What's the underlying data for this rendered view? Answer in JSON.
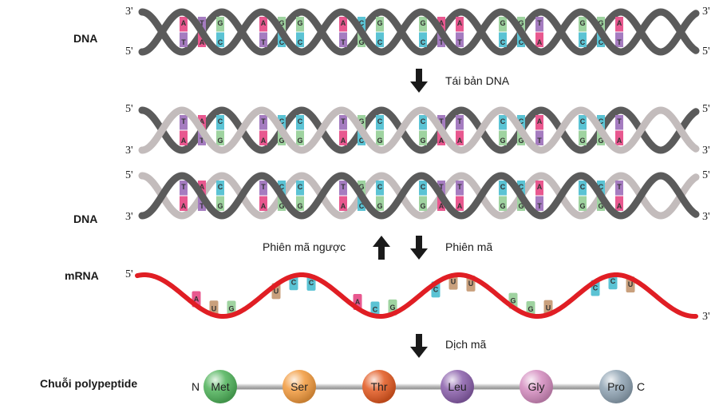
{
  "labels": {
    "dna_top": "DNA",
    "dna_bottom": "DNA",
    "mrna": "mRNA",
    "polypeptide": "Chuỗi polypeptide",
    "replication": "Tái bản DNA",
    "reverse_transcription": "Phiên mã ngược",
    "transcription": "Phiên mã",
    "translation": "Dịch mã",
    "five_prime": "5'",
    "three_prime": "3'",
    "n_terminus": "N",
    "c_terminus": "C"
  },
  "colors": {
    "A": "#e8588f",
    "T": "#a57cc0",
    "G": "#9fd3a0",
    "C": "#5bc3d4",
    "U": "#c9a07d",
    "strand_dark": "#5b5b5b",
    "strand_light": "#c3bcbc",
    "mrna_strand": "#e01e24",
    "arrow": "#1a1a1a"
  },
  "dna_original": {
    "top_strand": [
      "A",
      "T",
      "G",
      "A",
      "G",
      "G",
      "A",
      "C",
      "G",
      "G",
      "A",
      "A",
      "G",
      "G",
      "T",
      "G",
      "G",
      "A"
    ],
    "bottom_strand": [
      "T",
      "A",
      "C",
      "T",
      "C",
      "C",
      "T",
      "G",
      "C",
      "C",
      "T",
      "T",
      "C",
      "C",
      "A",
      "C",
      "C",
      "T"
    ]
  },
  "dna_replicated_1": {
    "top_strand": [
      "T",
      "A",
      "C",
      "T",
      "C",
      "C",
      "T",
      "G",
      "C",
      "C",
      "T",
      "T",
      "C",
      "C",
      "A",
      "C",
      "C",
      "T"
    ],
    "bottom_strand": [
      "A",
      "T",
      "G",
      "A",
      "G",
      "G",
      "A",
      "C",
      "G",
      "G",
      "A",
      "A",
      "G",
      "G",
      "T",
      "G",
      "G",
      "A"
    ]
  },
  "dna_replicated_2": {
    "top_strand": [
      "T",
      "A",
      "C",
      "T",
      "C",
      "C",
      "T",
      "G",
      "C",
      "C",
      "T",
      "T",
      "C",
      "C",
      "A",
      "C",
      "C",
      "T"
    ],
    "bottom_strand": [
      "A",
      "T",
      "G",
      "A",
      "G",
      "G",
      "A",
      "C",
      "G",
      "G",
      "A",
      "A",
      "G",
      "G",
      "T",
      "G",
      "G",
      "A"
    ]
  },
  "mrna_codons": [
    [
      "A",
      "U",
      "G"
    ],
    [
      "U",
      "C",
      "C"
    ],
    [
      "A",
      "C",
      "G"
    ],
    [
      "C",
      "U",
      "U"
    ],
    [
      "G",
      "G",
      "U"
    ],
    [
      "C",
      "C",
      "U"
    ]
  ],
  "polypeptide_amino_acids": [
    {
      "name": "Met",
      "color": "#4fb35a"
    },
    {
      "name": "Ser",
      "color": "#f29a3d"
    },
    {
      "name": "Thr",
      "color": "#e2581f"
    },
    {
      "name": "Leu",
      "color": "#8a5fab"
    },
    {
      "name": "Gly",
      "color": "#d48cbf"
    },
    {
      "name": "Pro",
      "color": "#8fa3b3"
    }
  ]
}
